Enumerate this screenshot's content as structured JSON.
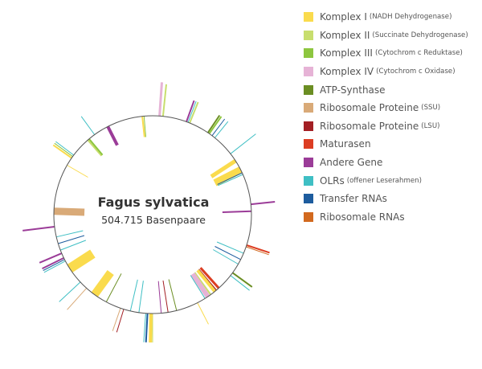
{
  "map": {
    "title": "Fagus sylvatica",
    "subtitle": "504.715 Basenpaare"
  },
  "legend": [
    {
      "key": "nadh",
      "label": "Komplex I",
      "note": "(NADH Dehydrogenase)",
      "color": "#fadb4d"
    },
    {
      "key": "sdh",
      "label": "Komplex II",
      "note": "(Succinate Dehydrogenase)",
      "color": "#c8de6e"
    },
    {
      "key": "cytb",
      "label": "Komplex III",
      "note": "(Cytochrom c Reduktase)",
      "color": "#8dc63f"
    },
    {
      "key": "cox",
      "label": "Komplex IV",
      "note": "(Cytochrom c Oxidase)",
      "color": "#e6b3d6"
    },
    {
      "key": "atp",
      "label": "ATP-Synthase",
      "note": "",
      "color": "#6b8e23"
    },
    {
      "key": "rps",
      "label": "Ribosomale Proteine",
      "note": "(SSU)",
      "color": "#d9aa78"
    },
    {
      "key": "rpl",
      "label": "Ribosomale Proteine",
      "note": "(LSU)",
      "color": "#a31f24"
    },
    {
      "key": "mat",
      "label": "Maturasen",
      "note": "",
      "color": "#dc3d22"
    },
    {
      "key": "other",
      "label": "Andere Gene",
      "note": "",
      "color": "#9b3c98"
    },
    {
      "key": "orf",
      "label": "OLRs",
      "note": "(offener Leserahmen)",
      "color": "#3fbfc4"
    },
    {
      "key": "trna",
      "label": "Transfer RNAs",
      "note": "",
      "color": "#1d5c9e"
    },
    {
      "key": "rrna",
      "label": "Ribosomale RNAs",
      "note": "",
      "color": "#d2691e"
    }
  ],
  "genes": [
    {
      "a": 4,
      "len": 42,
      "dir": "out",
      "type": "cox",
      "w": 3
    },
    {
      "a": 6,
      "len": 40,
      "dir": "out",
      "type": "sdh",
      "w": 2
    },
    {
      "a": 20,
      "len": 28,
      "dir": "out",
      "type": "other",
      "w": 2
    },
    {
      "a": 21,
      "len": 28,
      "dir": "out",
      "type": "orf",
      "w": 1
    },
    {
      "a": 22,
      "len": 28,
      "dir": "out",
      "type": "sdh",
      "w": 2
    },
    {
      "a": 34,
      "len": 26,
      "dir": "out",
      "type": "atp",
      "w": 2
    },
    {
      "a": 35,
      "len": 26,
      "dir": "out",
      "type": "cytb",
      "w": 2
    },
    {
      "a": 37,
      "len": 26,
      "dir": "out",
      "type": "trna",
      "w": 1
    },
    {
      "a": 39,
      "len": 26,
      "dir": "out",
      "type": "orf",
      "w": 1
    },
    {
      "a": 52,
      "len": 40,
      "dir": "out",
      "type": "orf",
      "w": 1
    },
    {
      "a": 57,
      "len": 36,
      "dir": "in",
      "type": "nadh",
      "w": 5
    },
    {
      "a": 63,
      "len": 36,
      "dir": "in",
      "type": "nadh",
      "w": 9
    },
    {
      "a": 65,
      "len": 34,
      "dir": "in",
      "type": "trna",
      "w": 1
    },
    {
      "a": 66,
      "len": 34,
      "dir": "in",
      "type": "orf",
      "w": 1
    },
    {
      "a": 84,
      "len": 30,
      "dir": "out",
      "type": "other",
      "w": 2
    },
    {
      "a": 88,
      "len": 36,
      "dir": "in",
      "type": "other",
      "w": 2
    },
    {
      "a": 108,
      "len": 30,
      "dir": "out",
      "type": "mat",
      "w": 2
    },
    {
      "a": 109,
      "len": 30,
      "dir": "out",
      "type": "rrna",
      "w": 1
    },
    {
      "a": 113,
      "len": 36,
      "dir": "in",
      "type": "orf",
      "w": 1
    },
    {
      "a": 117,
      "len": 36,
      "dir": "in",
      "type": "trna",
      "w": 1
    },
    {
      "a": 120,
      "len": 36,
      "dir": "in",
      "type": "orf",
      "w": 1
    },
    {
      "a": 126,
      "len": 30,
      "dir": "out",
      "type": "atp",
      "w": 2
    },
    {
      "a": 128,
      "len": 30,
      "dir": "out",
      "type": "orf",
      "w": 1
    },
    {
      "a": 138,
      "len": 34,
      "dir": "in",
      "type": "mat",
      "w": 3
    },
    {
      "a": 140,
      "len": 34,
      "dir": "in",
      "type": "rpl",
      "w": 2
    },
    {
      "a": 141,
      "len": 34,
      "dir": "in",
      "type": "nadh",
      "w": 4
    },
    {
      "a": 144,
      "len": 34,
      "dir": "in",
      "type": "sdh",
      "w": 2
    },
    {
      "a": 146,
      "len": 34,
      "dir": "in",
      "type": "cox",
      "w": 6
    },
    {
      "a": 148,
      "len": 34,
      "dir": "in",
      "type": "orf",
      "w": 1
    },
    {
      "a": 153,
      "len": 30,
      "dir": "out",
      "type": "nadh",
      "w": 1
    },
    {
      "a": 166,
      "len": 40,
      "dir": "in",
      "type": "atp",
      "w": 1
    },
    {
      "a": 171,
      "len": 40,
      "dir": "in",
      "type": "rpl",
      "w": 1
    },
    {
      "a": 175,
      "len": 40,
      "dir": "in",
      "type": "other",
      "w": 1
    },
    {
      "a": 180,
      "len": 36,
      "dir": "out",
      "type": "sdh",
      "w": 1
    },
    {
      "a": 181,
      "len": 36,
      "dir": "out",
      "type": "nadh",
      "w": 4
    },
    {
      "a": 183,
      "len": 36,
      "dir": "out",
      "type": "trna",
      "w": 2
    },
    {
      "a": 184,
      "len": 36,
      "dir": "out",
      "type": "orf",
      "w": 1
    },
    {
      "a": 188,
      "len": 40,
      "dir": "in",
      "type": "orf",
      "w": 1
    },
    {
      "a": 193,
      "len": 40,
      "dir": "in",
      "type": "orf",
      "w": 1
    },
    {
      "a": 197,
      "len": 30,
      "dir": "out",
      "type": "rpl",
      "w": 1
    },
    {
      "a": 199,
      "len": 30,
      "dir": "out",
      "type": "rps",
      "w": 1
    },
    {
      "a": 208,
      "len": 40,
      "dir": "in",
      "type": "atp",
      "w": 1
    },
    {
      "a": 216,
      "len": 34,
      "dir": "in",
      "type": "nadh",
      "w": 10
    },
    {
      "a": 222,
      "len": 36,
      "dir": "out",
      "type": "rps",
      "w": 1
    },
    {
      "a": 227,
      "len": 36,
      "dir": "out",
      "type": "orf",
      "w": 1
    },
    {
      "a": 237,
      "len": 34,
      "dir": "in",
      "type": "nadh",
      "w": 12
    },
    {
      "a": 242,
      "len": 30,
      "dir": "out",
      "type": "orf",
      "w": 1
    },
    {
      "a": 243,
      "len": 30,
      "dir": "out",
      "type": "trna",
      "w": 1
    },
    {
      "a": 244,
      "len": 30,
      "dir": "out",
      "type": "other",
      "w": 2
    },
    {
      "a": 247,
      "len": 30,
      "dir": "out",
      "type": "other",
      "w": 2
    },
    {
      "a": 249,
      "len": 34,
      "dir": "in",
      "type": "orf",
      "w": 1
    },
    {
      "a": 253,
      "len": 34,
      "dir": "in",
      "type": "trna",
      "w": 1
    },
    {
      "a": 257,
      "len": 34,
      "dir": "in",
      "type": "orf",
      "w": 1
    },
    {
      "a": 263,
      "len": 40,
      "dir": "out",
      "type": "other",
      "w": 2
    },
    {
      "a": 272,
      "len": 38,
      "dir": "in",
      "type": "rps",
      "w": 9
    },
    {
      "a": 300,
      "len": 30,
      "dir": "in",
      "type": "nadh",
      "w": 1
    },
    {
      "a": 305,
      "len": 28,
      "dir": "out",
      "type": "nadh",
      "w": 2
    },
    {
      "a": 306,
      "len": 28,
      "dir": "out",
      "type": "cytb",
      "w": 1
    },
    {
      "a": 307,
      "len": 28,
      "dir": "out",
      "type": "orf",
      "w": 1
    },
    {
      "a": 319,
      "len": 26,
      "dir": "in",
      "type": "sdh",
      "w": 2
    },
    {
      "a": 320,
      "len": 26,
      "dir": "in",
      "type": "cytb",
      "w": 2
    },
    {
      "a": 324,
      "len": 28,
      "dir": "out",
      "type": "orf",
      "w": 1
    },
    {
      "a": 333,
      "len": 26,
      "dir": "in",
      "type": "other",
      "w": 4
    },
    {
      "a": 354,
      "len": 26,
      "dir": "in",
      "type": "nadh",
      "w": 2
    },
    {
      "a": 355,
      "len": 26,
      "dir": "in",
      "type": "cytb",
      "w": 1
    }
  ]
}
